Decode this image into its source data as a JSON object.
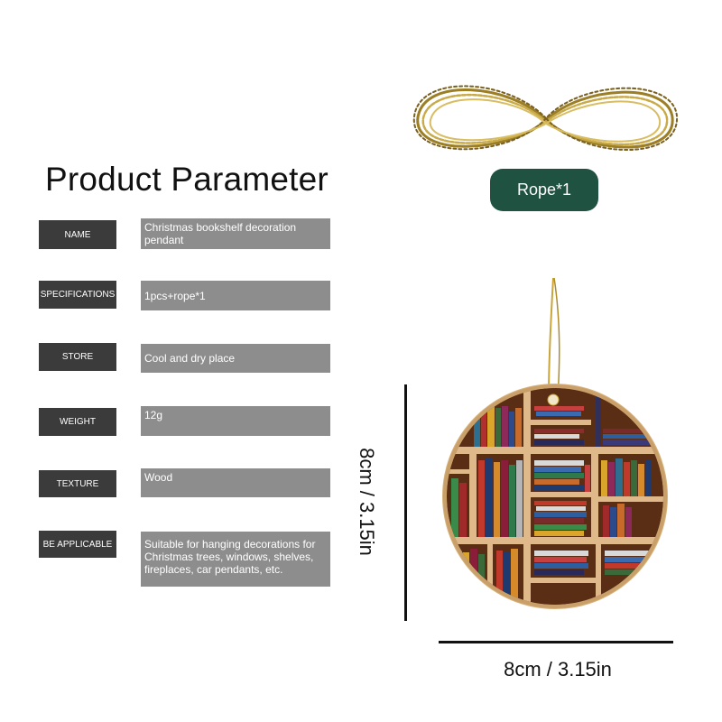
{
  "parameters": {
    "title": "Product Parameter",
    "rows": [
      {
        "label": "NAME",
        "value": "Christmas bookshelf decoration pendant"
      },
      {
        "label": "SPECIFICATIONS",
        "value": "1pcs+rope*1"
      },
      {
        "label": "STORE",
        "value": "Cool and dry place"
      },
      {
        "label": "WEIGHT",
        "value": "12g"
      },
      {
        "label": "TEXTURE",
        "value": "Wood"
      },
      {
        "label": "BE APPLICABLE",
        "value": "Suitable for hanging decorations for Christmas trees, windows, shelves, fireplaces, car pendants, etc."
      }
    ]
  },
  "rope": {
    "label": "Rope*1"
  },
  "dimensions": {
    "height": "8cm / 3.15in",
    "width": "8cm / 3.15in"
  },
  "colors": {
    "label_bg": "#3b3b3b",
    "value_bg": "#8d8d8d",
    "rope_pill": "#1f5240",
    "rope_gold": "#b89a3a",
    "wood": "#d8b27a"
  }
}
